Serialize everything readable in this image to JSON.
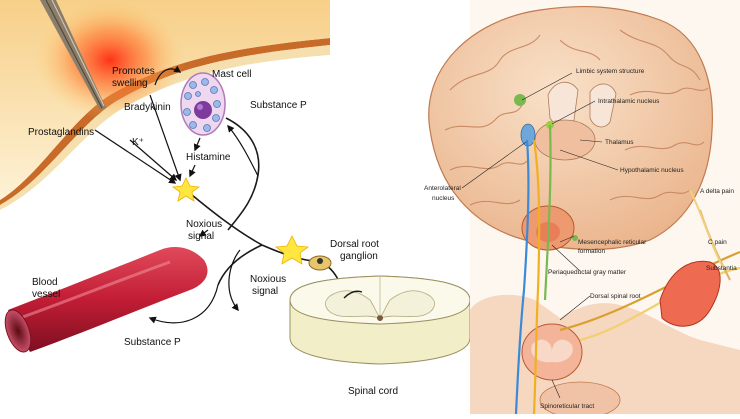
{
  "left_panel": {
    "labels": {
      "promotes_swelling_1": "Promotes",
      "promotes_swelling_2": "swelling",
      "mast_cell": "Mast cell",
      "bradykinin": "Bradykinin",
      "substance_p_top": "Substance P",
      "prostaglandins": "Prostaglandins",
      "k_plus": "K⁺",
      "histamine": "Histamine",
      "noxious_signal_1a": "Noxious",
      "noxious_signal_1b": "signal",
      "dorsal_root_ganglion_1": "Dorsal root",
      "dorsal_root_ganglion_2": "ganglion",
      "blood_vessel_1": "Blood",
      "blood_vessel_2": "vessel",
      "noxious_signal_2a": "Noxious",
      "noxious_signal_2b": "signal",
      "substance_p_bottom": "Substance P",
      "spinal_cord": "Spinal cord"
    }
  },
  "right_panel": {
    "labels": {
      "limbic_system_structure": "Limbic system structure",
      "intrathalamic_nucleus": "Intrathalamic nucleus",
      "thalamus": "Thalamus",
      "hypothalamic_nucleus": "Hypothalamic nucleus",
      "anterolateral_nucleus_1": "Anterolateral",
      "anterolateral_nucleus_2": "nucleus",
      "a_delta_pain": "A delta pain",
      "c_pain": "C pain",
      "substantia": "Substantia",
      "mesencephalic_1": "Mesencephalic reticular",
      "mesencephalic_2": "formation",
      "periaqueductal": "Periaqueductal gray matter",
      "dorsal_spinal_root": "Dorsal spinal root",
      "spinoreticular_tract": "Spinoreticular tract"
    }
  },
  "colors": {
    "skin": "#f6d9a0",
    "inflamed": "#ff3a1a",
    "brain": "#f3c9a2",
    "vessel": "#c21d35",
    "nerve": "#222222"
  }
}
